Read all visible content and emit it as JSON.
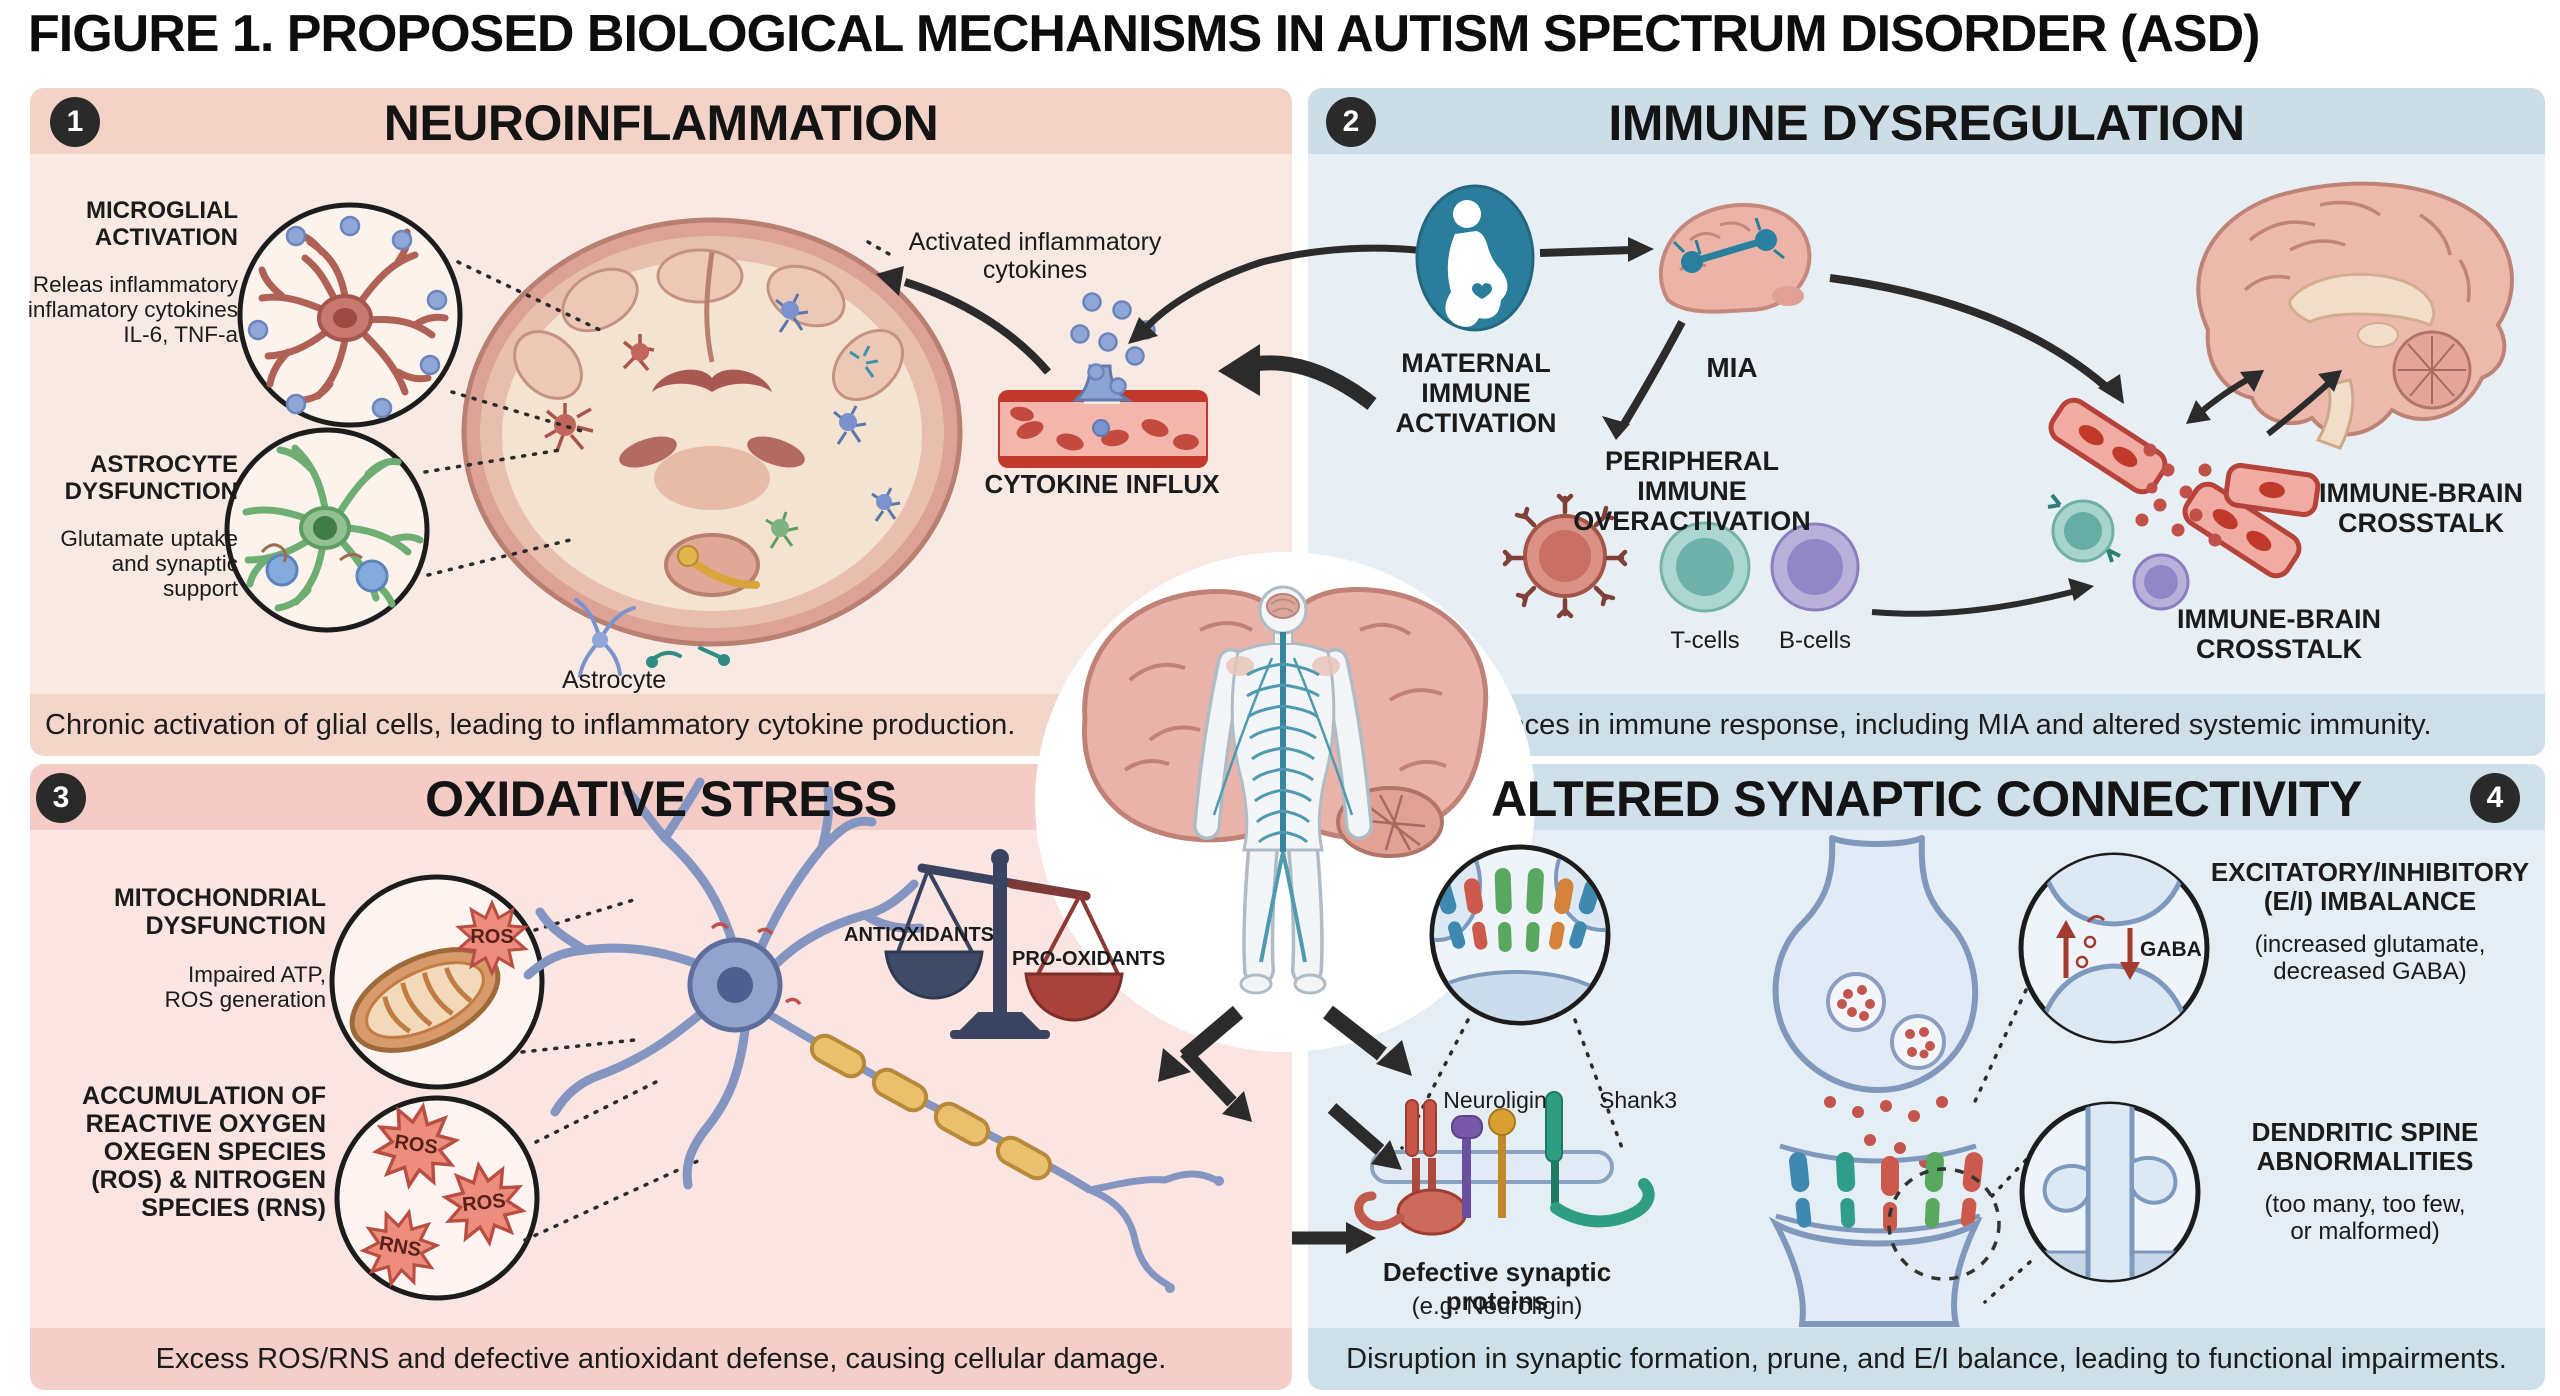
{
  "figure_title": "FIGURE 1. PROPOSED BIOLOGICAL MECHANISMS IN AUTISM SPECTRUM DISORDER (ASD)",
  "colors": {
    "panel_pink": "#f9e9e3",
    "panel_pink_strip": "#f3d2c7",
    "panel_blue": "#e8eff4",
    "panel_blue_strip": "#ccdde8",
    "badge_black": "#2a2a2a",
    "maternal_teal": "#2b7e9b",
    "microglia_red": "#c8786d",
    "astrocyte_green": "#8fbf8f",
    "vessel_red": "#c0392b",
    "ros_red": "#ec8d7d",
    "neuron_blue": "#93a3cc",
    "myelin_yellow": "#e9c06b",
    "synapse_blue": "#dce8f4",
    "tcell_teal": "#6db1a9",
    "bcell_purple": "#9187c7"
  },
  "p1": {
    "number": "1",
    "title": "NEUROINFLAMMATION",
    "microglial_title": "MICROGLIAL\nACTIVATION",
    "microglial_desc": "Releas inflammatory\ninflamatory cytokines\nIL-6, TNF-a",
    "astro_title": "ASTROCYTE\nDYSFUNCTION",
    "astro_desc": "Glutamate uptake\nand synaptic\nsupport",
    "cytokines_note": "Activated inflammatory\ncytokines",
    "influx_label": "CYTOKINE INFLUX",
    "astrocyte_label": "Astrocyte",
    "caption": "Chronic activation of glial cells, leading to inflammatory cytokine production."
  },
  "p2": {
    "number": "2",
    "title": "IMMUNE DYSREGULATION",
    "maternal": "MATERNAL IMMUNE\nACTIVATION",
    "mia": "MIA",
    "peripheral": "PERIPHERAL IMMUNE\nOVERACTIVATION",
    "tcells": "T-cells",
    "bcells": "B-cells",
    "crosstalk_right": "IMMUNE-BRAIN\nCROSSTALK",
    "crosstalk_bottom": "IMMUNE-BRAIN\nCROSSTALK",
    "caption": "Imbalances in immune response, including MIA and altered systemic immunity."
  },
  "p3": {
    "number": "3",
    "title": "OXIDATIVE STRESS",
    "mito_title": "MITOCHONDRIAL\nDYSFUNCTION",
    "mito_desc": "Impaired ATP,\nROS generation",
    "ros_title": "ACCUMULATION OF\nREACTIVE OXYGEN\nOXEGEN SPECIES\n(ROS) & NITROGEN\nSPECIES (RNS)",
    "mito_ros": "ROS",
    "ros1": "ROS",
    "ros2": "ROS",
    "rns": "RNS",
    "antioxidants": "ANTIOXIDANTS",
    "prooxidants": "PRO-OXIDANTS",
    "caption": "Excess ROS/RNS and defective antioxidant defense, causing cellular damage."
  },
  "p4": {
    "number": "4",
    "title": "ALTERED SYNAPTIC CONNECTIVITY",
    "neuroligin": "Neuroligin",
    "shank3": "Shank3",
    "defective": "Defective synaptic proteins",
    "defective_sub": "(e.g. Neuroligin)",
    "ei_title": "EXCITATORY/INHIBITORY\n(E/I) IMBALANCE",
    "ei_desc": "(increased glutamate,\ndecreased GABA)",
    "gaba": "GABA",
    "spine_title": "DENDRITIC SPINE\nABNORMALITIES",
    "spine_desc": "(too many, too few,\nor malformed)",
    "caption": "Disruption in synaptic formation, prune, and E/I balance, leading to functional impairments."
  }
}
